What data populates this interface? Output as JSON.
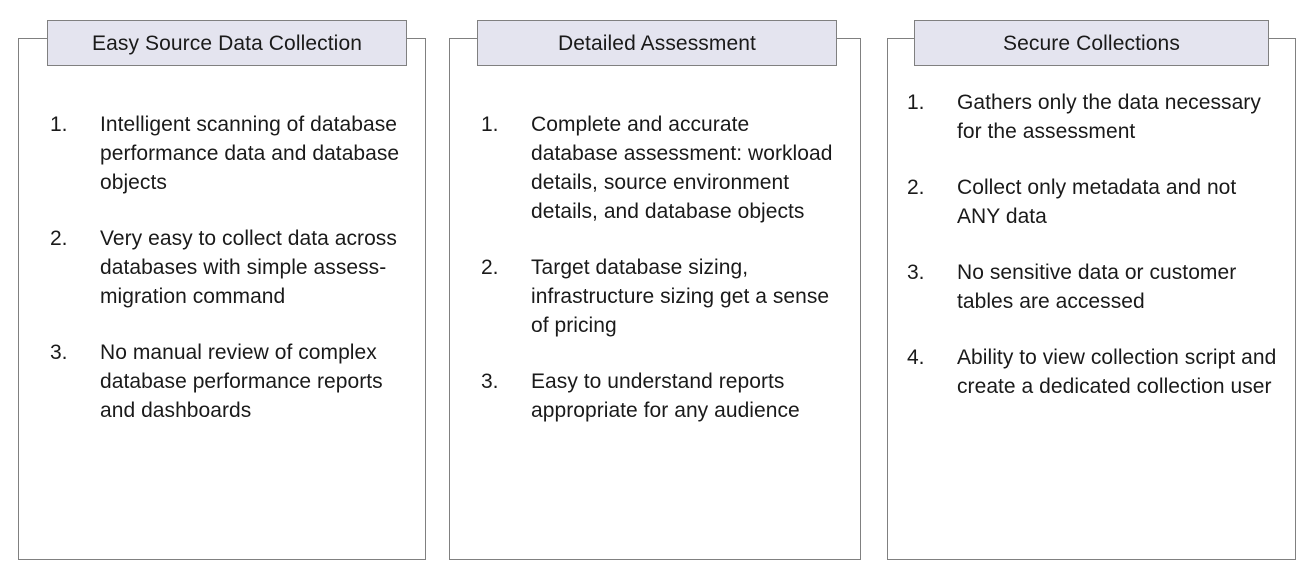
{
  "diagram": {
    "type": "three-column-feature-panels",
    "background_color": "#ffffff",
    "header_fill": "#e4e4ef",
    "border_color": "#808080",
    "text_color": "#1a1a1a"
  },
  "panels": [
    {
      "title": "Easy Source Data Collection",
      "items": [
        {
          "number": "1.",
          "text": "Intelligent scanning of database performance data and database objects"
        },
        {
          "number": "2.",
          "text": "Very easy to collect data across databases with simple assess-migration command"
        },
        {
          "number": "3.",
          "text": "No manual review of complex database performance reports and dashboards"
        }
      ]
    },
    {
      "title": "Detailed Assessment",
      "items": [
        {
          "number": "1.",
          "text": "Complete and accurate database assessment: workload details, source environment details, and database objects"
        },
        {
          "number": "2.",
          "text": "Target database sizing, infrastructure sizing get a sense of pricing"
        },
        {
          "number": "3.",
          "text": "Easy to understand reports appropriate for any audience"
        }
      ]
    },
    {
      "title": "Secure Collections",
      "items": [
        {
          "number": "1.",
          "text": "Gathers only the data necessary for the assessment"
        },
        {
          "number": "2.",
          "text": "Collect only metadata and not ANY data"
        },
        {
          "number": "3.",
          "text": "No sensitive data or customer tables are accessed"
        },
        {
          "number": "4.",
          "text": "Ability to view collection script and create a dedicated collection user"
        }
      ]
    }
  ]
}
